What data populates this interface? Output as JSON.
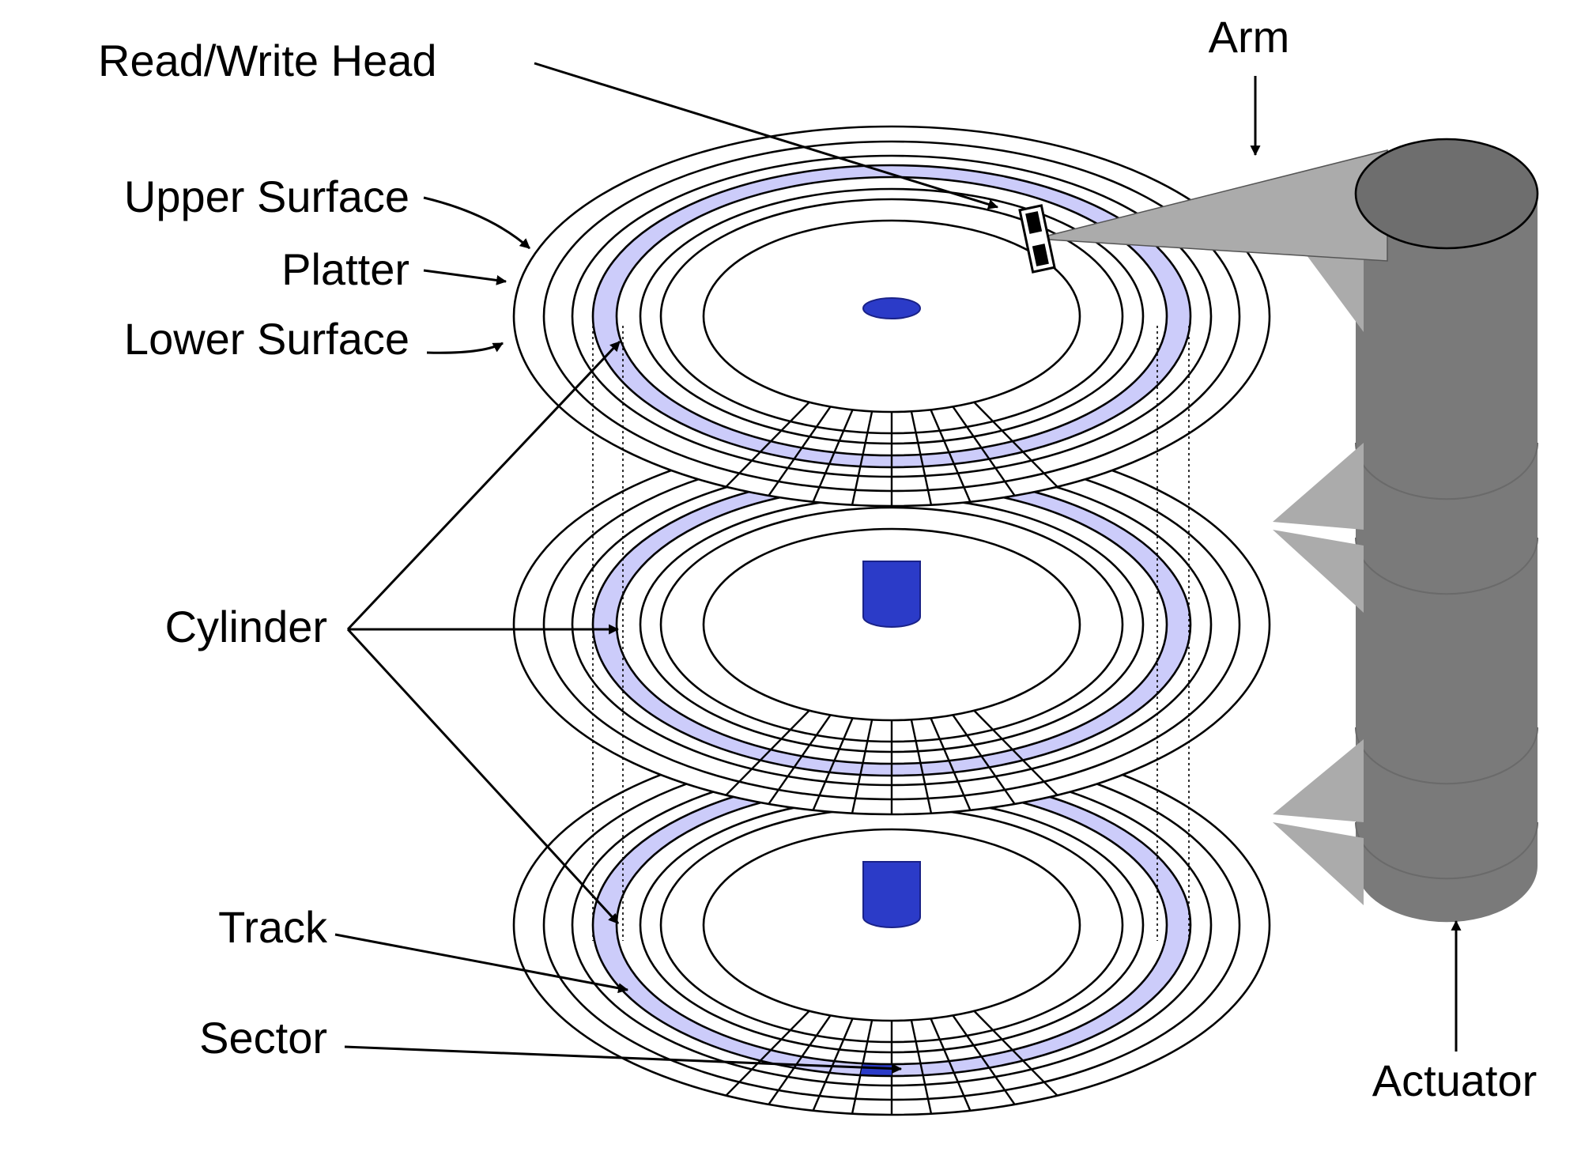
{
  "labels": {
    "read_write_head": "Read/Write Head",
    "arm": "Arm",
    "upper_surface": "Upper Surface",
    "platter": "Platter",
    "lower_surface": "Lower Surface",
    "cylinder": "Cylinder",
    "track": "Track",
    "sector": "Sector",
    "actuator": "Actuator"
  },
  "colors": {
    "highlight_track": "#ccccfa",
    "spindle": "#2b3bc8",
    "sector_fill": "#2b3bc8",
    "arm": "#ababab",
    "actuator_body": "#7a7a7a",
    "actuator_top": "#6e6e6e",
    "outline": "#000000"
  },
  "icons": {
    "head": "read-write-head-icon"
  }
}
